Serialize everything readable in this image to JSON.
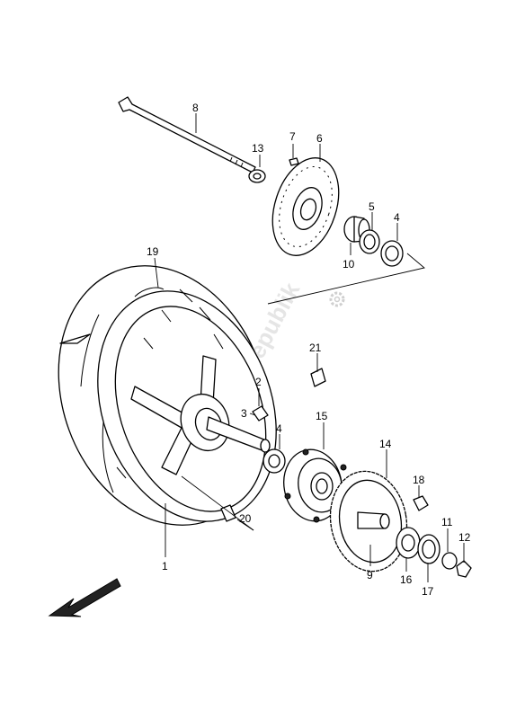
{
  "diagram": {
    "watermark": "PartsRepublik",
    "callouts": [
      "1",
      "2",
      "3",
      "4",
      "4",
      "5",
      "6",
      "7",
      "8",
      "9",
      "10",
      "11",
      "12",
      "13",
      "14",
      "15",
      "16",
      "17",
      "18",
      "19",
      "20",
      "21"
    ]
  },
  "colors": {
    "line": "#000000",
    "background": "#ffffff",
    "watermark": "#d8d8d8"
  },
  "icons": {
    "direction_arrow": "front-direction-arrow-icon",
    "gear": "gear-icon"
  }
}
